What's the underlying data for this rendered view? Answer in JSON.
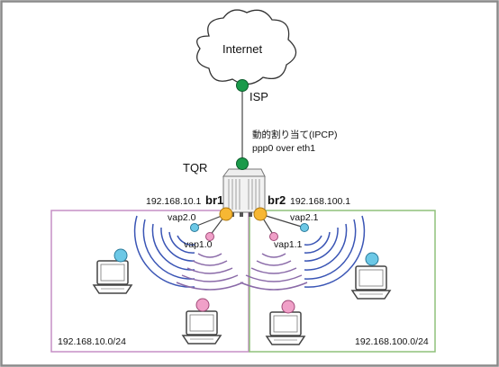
{
  "colors": {
    "frame_border": "#8a8a8a",
    "node_green": "#1a9a4a",
    "bridge_orange": "#f7b733",
    "vap_blue": "#6cc8e6",
    "vap_pink": "#f0a0c8",
    "box_left_border": "#c58fc5",
    "box_right_border": "#8fc07a",
    "wave_blue": "#3a55b5",
    "wave_purple": "#8a6aa8"
  },
  "labels": {
    "internet": "Internet",
    "isp": "ISP",
    "assign_line1": "動的割り当て(IPCP)",
    "assign_line2": "ppp0 over eth1",
    "tqr": "TQR",
    "br1_ip": "192.168.10.1",
    "br1": "br1",
    "br2": "br2",
    "br2_ip": "192.168.100.1",
    "vap20": "vap2.0",
    "vap10": "vap1.0",
    "vap21": "vap2.1",
    "vap11": "vap1.1",
    "subnet_left": "192.168.10.0/24",
    "subnet_right": "192.168.100.0/24"
  },
  "icons": {
    "cloud": "cloud-icon",
    "router": "router-device-icon",
    "laptop": "laptop-icon"
  }
}
